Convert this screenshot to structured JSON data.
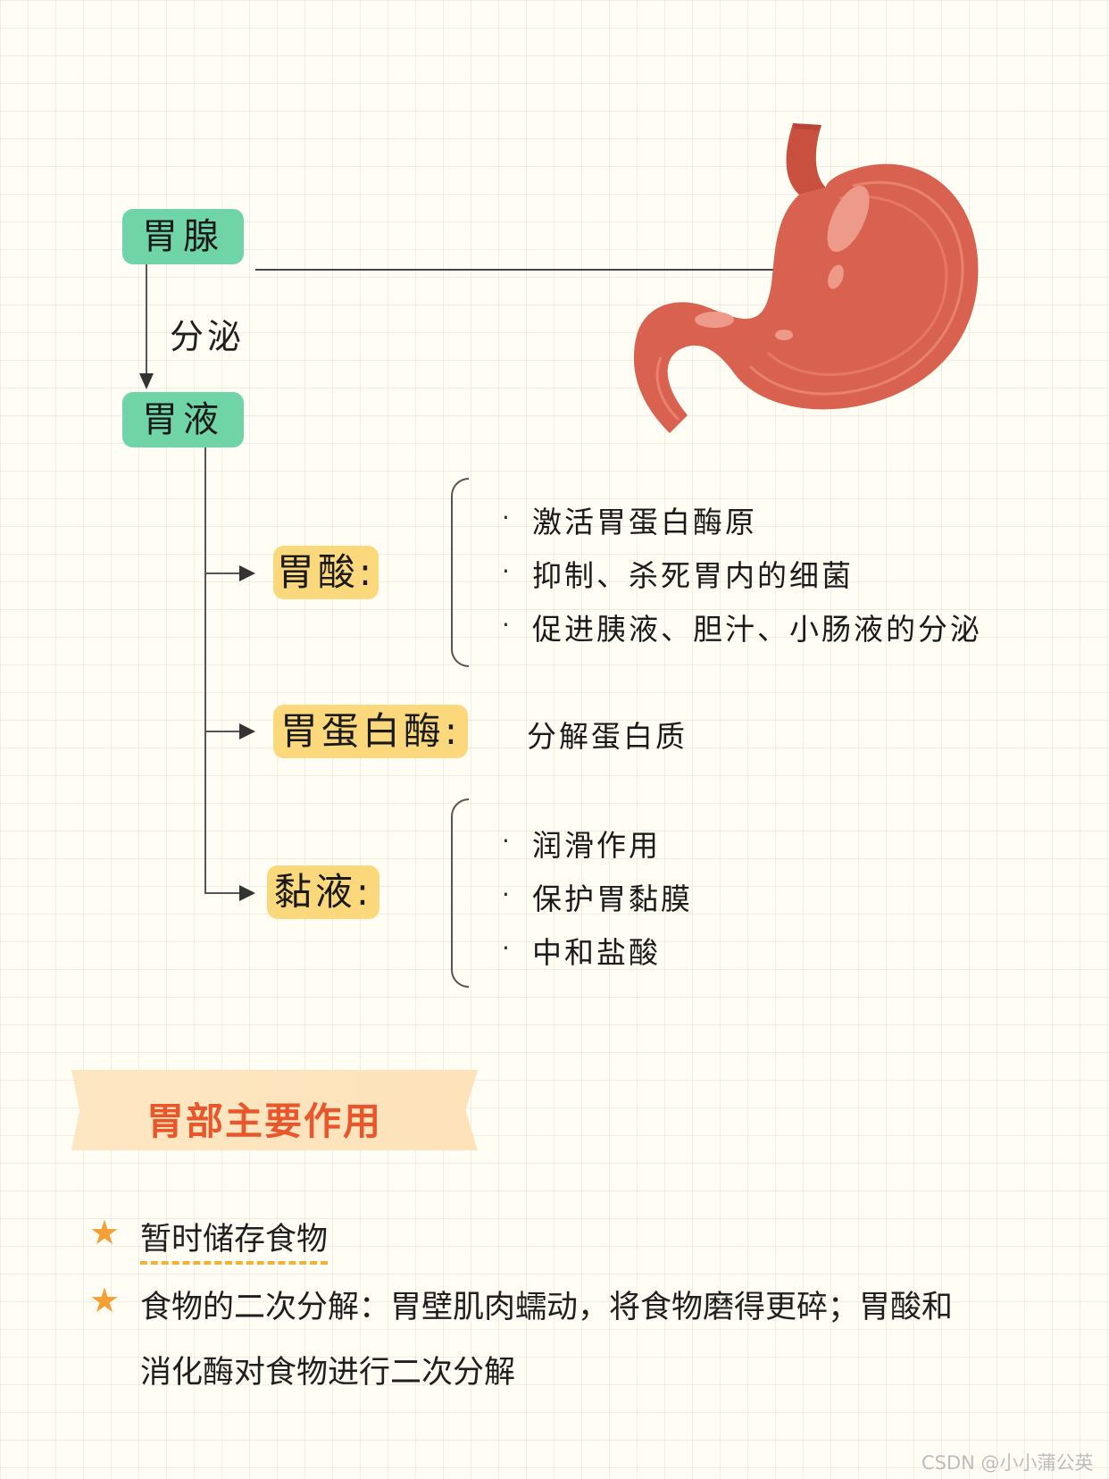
{
  "diagram": {
    "gland": "胃腺",
    "secrete": "分泌",
    "juice": "胃液",
    "acid": {
      "label": "胃酸:",
      "items": [
        "激活胃蛋白酶原",
        "抑制、杀死胃内的细菌",
        "促进胰液、胆汁、小肠液的分泌"
      ]
    },
    "pepsin": {
      "label": "胃蛋白酶:",
      "desc": "分解蛋白质"
    },
    "mucus": {
      "label": "黏液:",
      "items": [
        "润滑作用",
        "保护胃黏膜",
        "中和盐酸"
      ]
    },
    "bullet": "·"
  },
  "section": {
    "title": "胃部主要作用",
    "items": [
      {
        "text": "暂时储存食物"
      },
      {
        "line1": "食物的二次分解：胃壁肌肉蠕动，将食物磨得更碎；胃酸和",
        "line2": "消化酶对食物进行二次分解"
      }
    ],
    "star": "★"
  },
  "watermark": "CSDN @小小蒲公英",
  "colors": {
    "green_tag": "#6fd4a6",
    "yellow_tag": "#fcd87c",
    "banner_title": "#e8572c",
    "star": "#f5a036",
    "stomach": "#d9614f"
  },
  "icons": {
    "stomach": "stomach-illustration"
  }
}
